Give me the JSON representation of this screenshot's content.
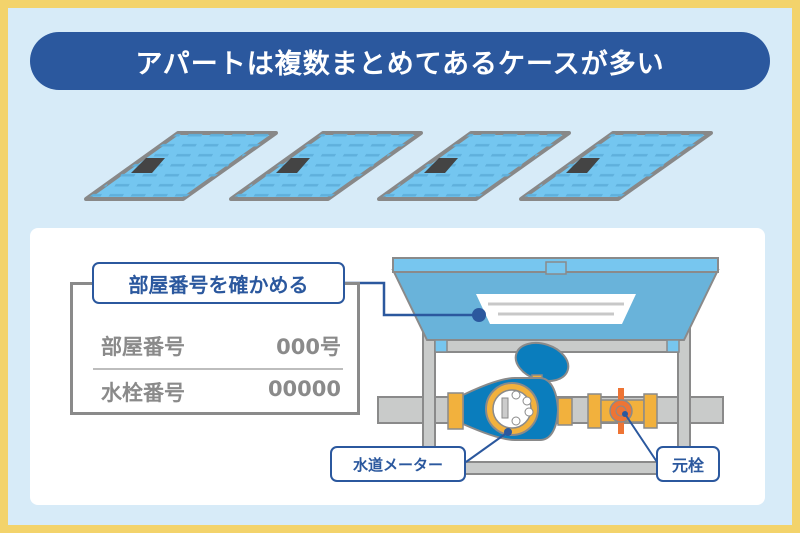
{
  "title": "アパートは複数まとめてあるケースが多い",
  "info_label": "部屋番号を確かめる",
  "info_rows": [
    {
      "label": "部屋番号",
      "value": "000号"
    },
    {
      "label": "水栓番号",
      "value": "00000"
    }
  ],
  "callouts": {
    "meter": "水道メーター",
    "valve": "元栓"
  },
  "colors": {
    "border": "#f3d36b",
    "background": "#d7ebf8",
    "title_bg": "#2b589e",
    "cover": "#74c6f0",
    "meter": "#0a7dbd",
    "brass": "#f2b13d",
    "valve": "#ee7434"
  }
}
